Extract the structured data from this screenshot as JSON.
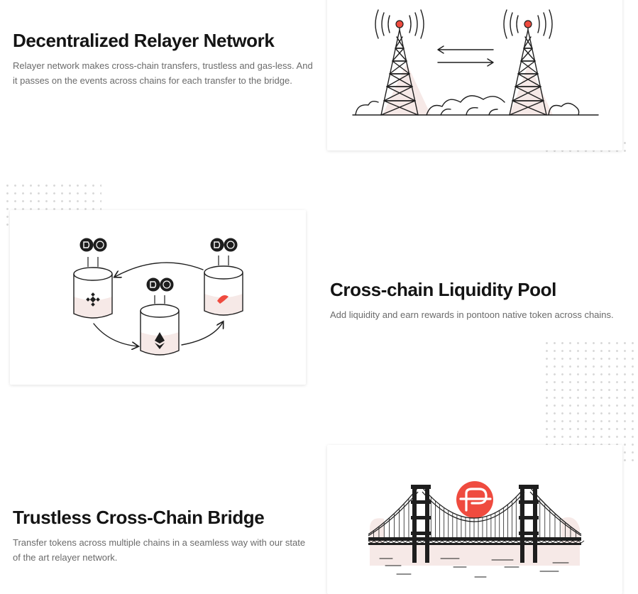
{
  "features": [
    {
      "title": "Decentralized Relayer Network",
      "description": "Relayer network makes cross-chain transfers, trustless and gas-less. And it passes on the events across chains for each transfer to the bridge.",
      "illustration": "radio-towers-icon"
    },
    {
      "title": "Cross-chain Liquidity Pool",
      "description": "Add liquidity and earn rewards in pontoon native token across chains.",
      "illustration": "liquidity-pools-icon"
    },
    {
      "title": "Trustless Cross-Chain Bridge",
      "description": "Transfer tokens across multiple chains in a seamless way with our state of the art relayer network.",
      "illustration": "suspension-bridge-icon"
    }
  ],
  "colors": {
    "accent": "#ef4b3f",
    "title": "#141414",
    "body_text": "#6b6b6b",
    "soft_fill": "#f6e9e7"
  }
}
